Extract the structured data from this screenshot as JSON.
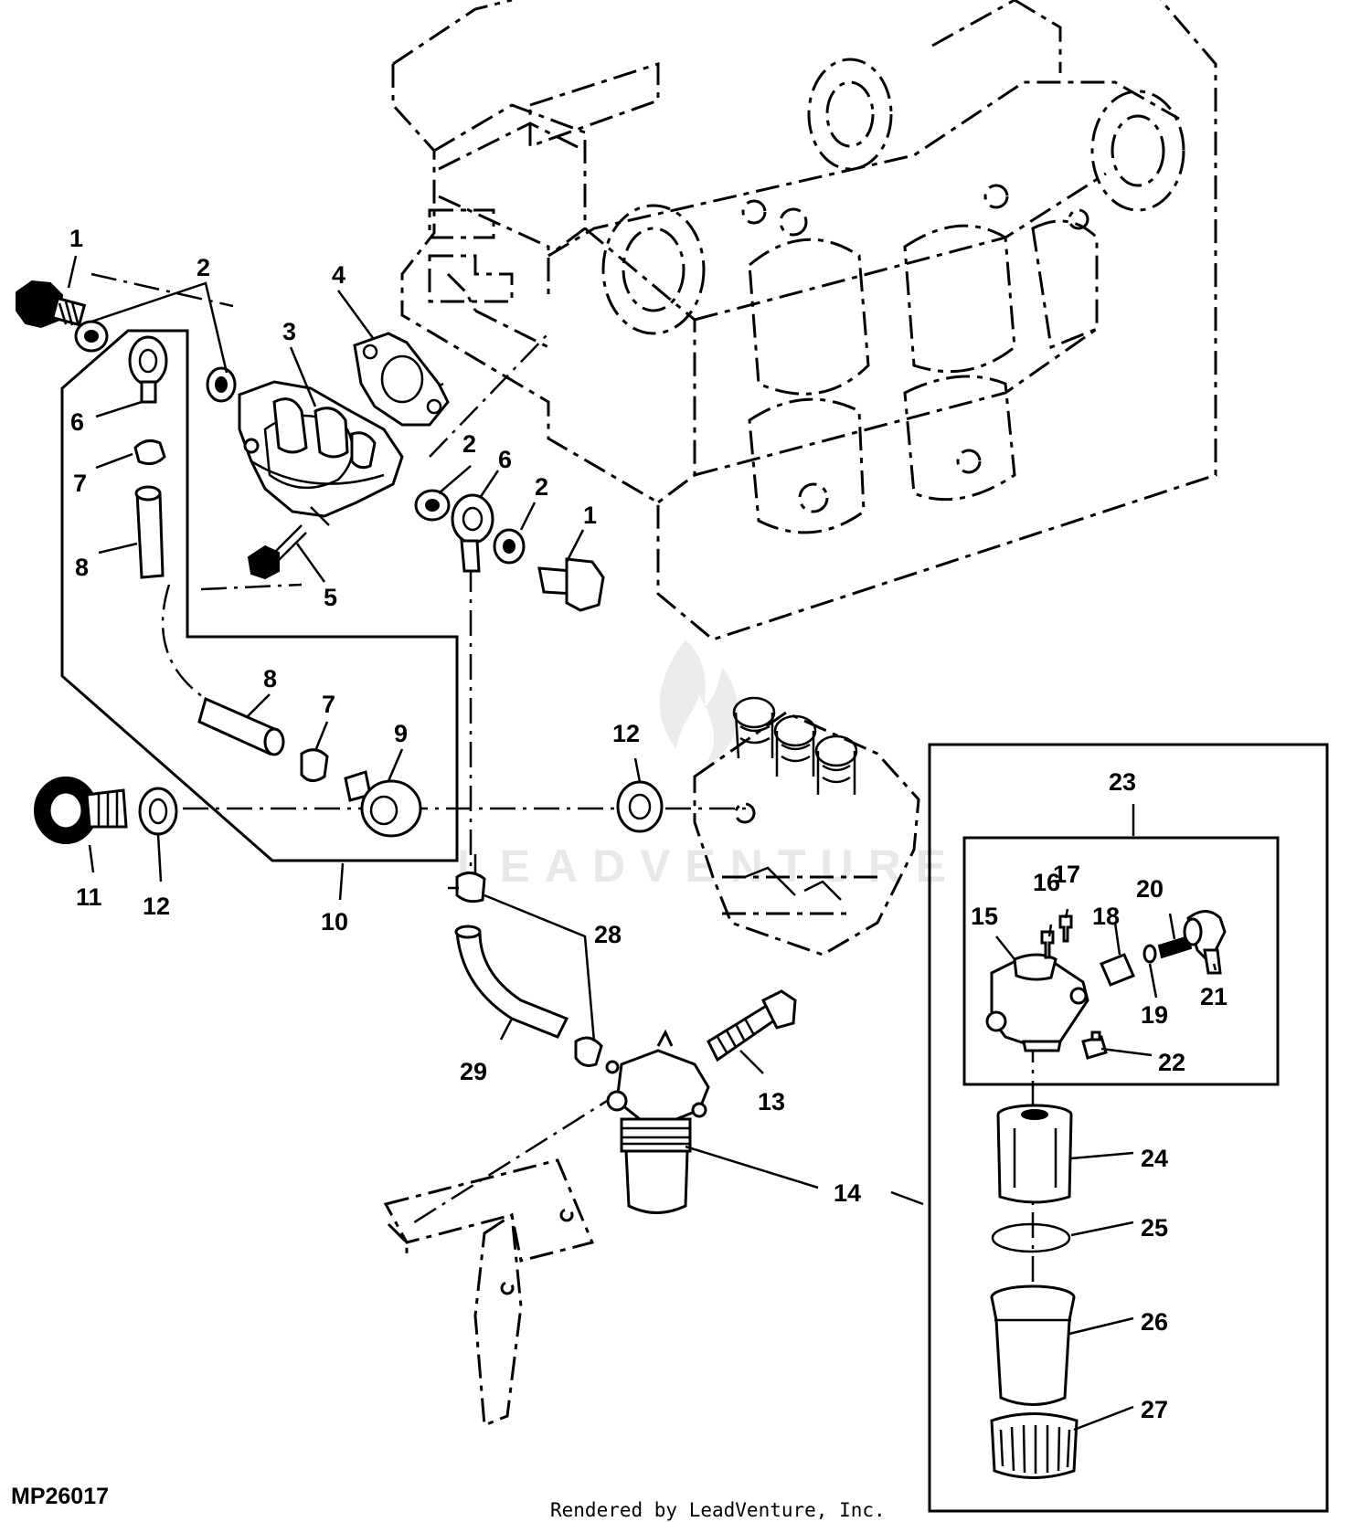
{
  "figure_id": "MP26017",
  "credit": "Rendered by LeadVenture, Inc.",
  "watermark": "LEADVENTURE",
  "callouts": {
    "c1a": "1",
    "c2a": "2",
    "c3": "3",
    "c4": "4",
    "c6a": "6",
    "c7a": "7",
    "c8a": "8",
    "c2b": "2",
    "c6b": "6",
    "c2c": "2",
    "c1b": "1",
    "c5": "5",
    "c8b": "8",
    "c7b": "7",
    "c9": "9",
    "c11": "11",
    "c12a": "12",
    "c10": "10",
    "c12b": "12",
    "c23": "23",
    "c16": "16",
    "c17": "17",
    "c15": "15",
    "c18": "18",
    "c20": "20",
    "c19": "19",
    "c21": "21",
    "c22": "22",
    "c28": "28",
    "c29": "29",
    "c13": "13",
    "c14": "14",
    "c24": "24",
    "c25": "25",
    "c26": "26",
    "c27": "27"
  }
}
